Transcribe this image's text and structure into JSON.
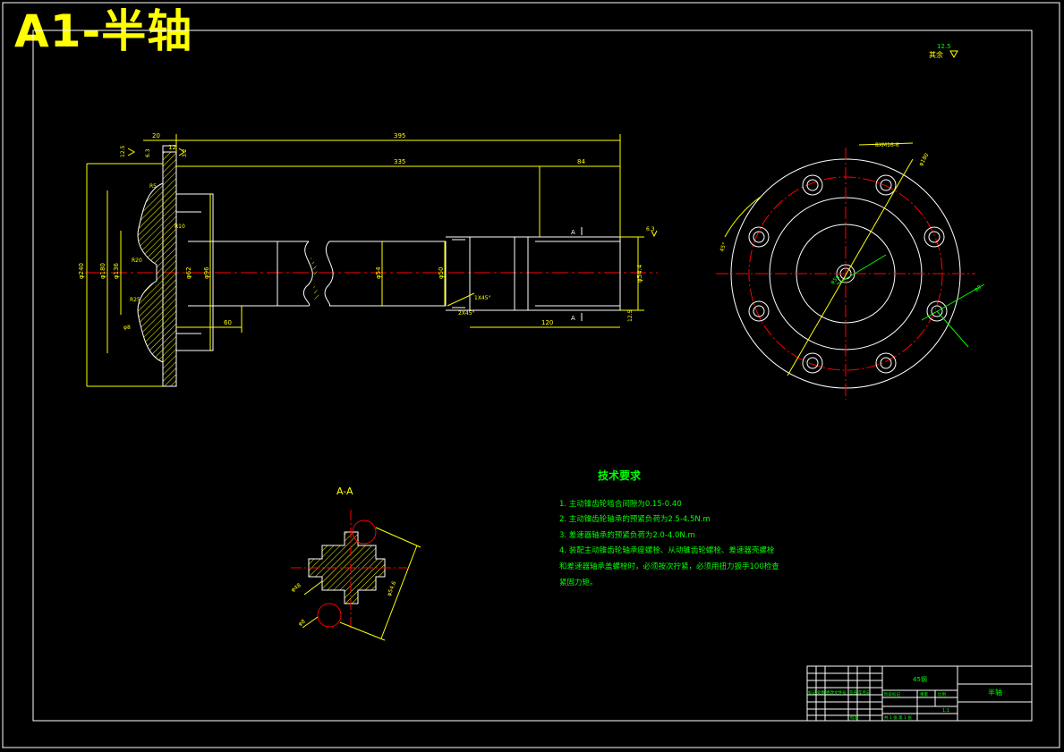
{
  "drawing_title": "A1-半轴",
  "surface_finish_note": {
    "value": "12.5",
    "label": "其余"
  },
  "section_label": "A-A",
  "cut_mark_label": "A",
  "bolt_hole_spec": "8XM16-6",
  "tech_requirements": {
    "heading": "技术要求",
    "lines": [
      "1. 主动锥齿轮啮合间隙为0.15-0.40",
      "2. 主动锥齿轮轴承的预紧负荷为2.5-4.5N.m",
      "3. 差速器轴承的预紧负荷为2.0-4.0N.m",
      "4. 装配主动锥齿轮轴承座螺栓、从动锥齿轮螺栓、差速器壳螺栓",
      "和差速器轴承盖螺栓时，必须按次拧紧，必须用扭力扳手100检查",
      "紧固力矩。"
    ]
  },
  "dimensions": {
    "overall_length": "395",
    "shaft_length": "335",
    "end_length": "84",
    "spline_length": "120",
    "flange_width": "20",
    "flange_thickness": "12",
    "hub_length": "60",
    "flange_dia": "φ240",
    "bolt_circle_dia": "φ180",
    "hub_dia": "φ136",
    "step_dia": "φ96",
    "neck_dia": "φ62",
    "shaft_dia": "φ54",
    "shaft_dia_2": "φ50",
    "spline_dia": "φ54.4",
    "radius_1": "R5",
    "radius_2": "R10",
    "radius_3": "R20",
    "radius_4": "R25",
    "chamfer_1": "1X45°",
    "chamfer_2": "2X45°",
    "pcd": "φ180",
    "center_hole": "φ55",
    "bolt_angle": "45°",
    "spline_od": "φ54.6",
    "spline_id": "φ48",
    "spline_tooth": "φ8",
    "finish_1": "12.5",
    "finish_2": "6.3",
    "finish_3": "3.2"
  },
  "title_block": {
    "material": "45钢",
    "part_name": "半轴",
    "left_headers": [
      "标记",
      "处数",
      "分区",
      "更改文件号",
      "签名",
      "年月日"
    ],
    "stage_labels": [
      "阶段标记",
      "重量",
      "比例"
    ],
    "scale": "1:1",
    "sheet_info": "共 1 张 第 1 张",
    "approved_label": "批准"
  },
  "colors": {
    "background": "#000000",
    "outline": "#ffffff",
    "dimension": "#ffff00",
    "centerline": "#ff0000",
    "text_green": "#00ff00",
    "hatch": "#ffff00"
  }
}
